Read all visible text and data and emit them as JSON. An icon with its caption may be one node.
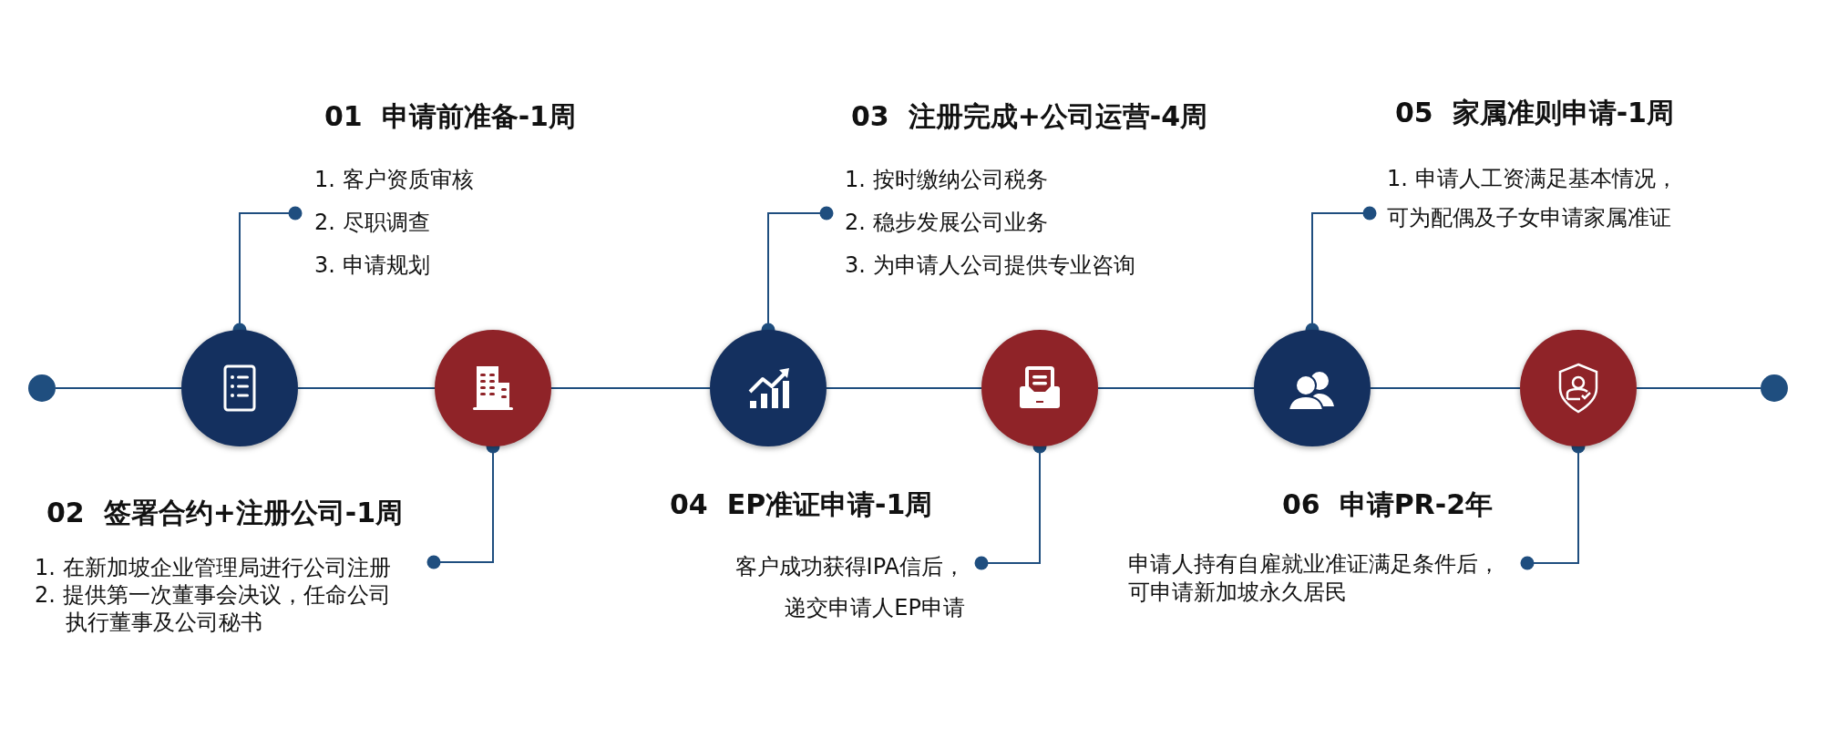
{
  "diagram": {
    "nodes": [
      {
        "text": [],
        "shape": "circle"
      },
      {
        "text": [],
        "shape": "circle"
      },
      {
        "text": [],
        "shape": "circle"
      },
      {
        "text": [],
        "shape": "circle"
      },
      {
        "text": [],
        "shape": "circle"
      },
      {
        "text": [],
        "shape": "circle"
      },
      {
        "text": [],
        "shape": "circle"
      },
      {
        "text": [],
        "shape": "circle"
      },
      {
        "text": [
          "01  申请前准备-1周",
          "1.  客户资质审核",
          "2.  尽职调查",
          "3.  申请规划"
        ]
      },
      {
        "text": [
          "02  签署合约+注册公司-1周",
          "1.  在新加坡企业管理局进行公司注册",
          "2.  提供第一次董事会决议，任命公司执行董事及公司秘书"
        ]
      },
      {
        "text": [
          "03  注册完成+公司运营-4周",
          "1.  按时缴纳公司税务",
          "2.  稳步发展公司业务",
          "3.  为申请人公司提供专业咨询"
        ]
      },
      {
        "text": [
          "04  EP准证申请-1周",
          "客户成功获得IPA信后，递交申请人EP申请"
        ]
      },
      {
        "text": [
          "05  家属准则申请-1周",
          "1.  申请人工资满足基本情况，可为配偶及子女申请家属准证"
        ]
      },
      {
        "text": [
          "06  申请PR-2年",
          "申请人持有自雇就业准证满足条件后，可申请新加坡永久居民"
        ]
      }
    ],
    "edges": [
      {
        "from": 0,
        "to": 1,
        "arrow": "none"
      },
      {
        "from": 1,
        "to": 2,
        "arrow": "none"
      },
      {
        "from": 2,
        "to": 3,
        "arrow": "none"
      },
      {
        "from": 3,
        "to": 4,
        "arrow": "none"
      },
      {
        "from": 4,
        "to": 5,
        "arrow": "none"
      },
      {
        "from": 5,
        "to": 6,
        "arrow": "none"
      },
      {
        "from": 6,
        "to": 7,
        "arrow": "none"
      },
      {
        "from": 1,
        "to": 8,
        "arrow": "other"
      },
      {
        "from": 2,
        "to": 9,
        "arrow": "other"
      },
      {
        "from": 3,
        "to": 10,
        "arrow": "other"
      },
      {
        "from": 4,
        "to": 11,
        "arrow": "other"
      },
      {
        "from": 5,
        "to": 12,
        "arrow": "other"
      },
      {
        "from": 6,
        "to": 13,
        "arrow": "other"
      }
    ]
  }
}
